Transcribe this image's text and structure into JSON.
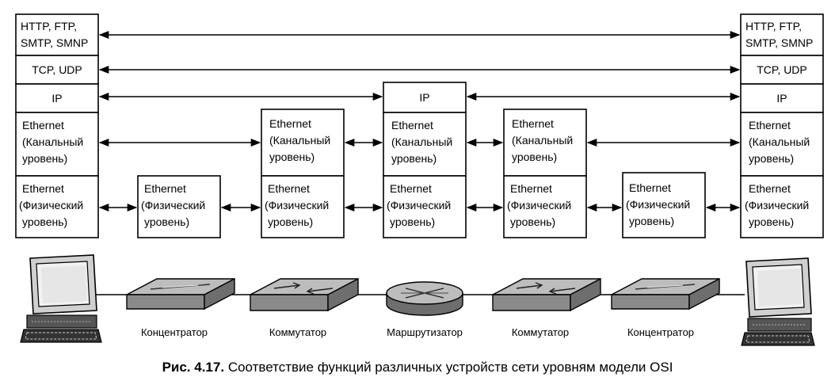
{
  "caption": {
    "number": "Рис. 4.17.",
    "text": "Соответствие функций различных устройств сети уровням модели OSI"
  },
  "stack_left": {
    "app": [
      "HTTP, FTP,",
      "SMTP, SMNP"
    ],
    "transport": "TCP, UDP",
    "network": "IP",
    "datalink": [
      "Ethernet",
      "(Канальный",
      "уровень)"
    ],
    "physical": [
      "Ethernet",
      "(Физический",
      "уровень)"
    ]
  },
  "stack_right": {
    "app": [
      "HTTP, FTP,",
      "SMTP, SMNP"
    ],
    "transport": "TCP, UDP",
    "network": "IP",
    "datalink": [
      "Ethernet",
      "(Канальный",
      "уровень)"
    ],
    "physical": [
      "Ethernet",
      "(Физический",
      "уровень)"
    ]
  },
  "hub1": {
    "physical": [
      "Ethernet",
      "(Физический",
      "уровень)"
    ]
  },
  "switch1": {
    "datalink": [
      "Ethernet",
      "(Канальный",
      "уровень)"
    ],
    "physical": [
      "Ethernet",
      "(Физический",
      "уровень)"
    ]
  },
  "router": {
    "network": "IP",
    "datalink": [
      "Ethernet",
      "(Канальный",
      "уровень)"
    ],
    "physical": [
      "Ethernet",
      "(Физический",
      "уровень)"
    ]
  },
  "switch2": {
    "datalink": [
      "Ethernet",
      "(Канальный",
      "уровень)"
    ],
    "physical": [
      "Ethernet",
      "(Физический",
      "уровень)"
    ]
  },
  "hub2": {
    "physical": [
      "Ethernet",
      "(Физический",
      "уровень)"
    ]
  },
  "devices": {
    "hub1": "Концентратор",
    "switch1": "Коммутатор",
    "router": "Маршрутизатор",
    "switch2": "Коммутатор",
    "hub2": "Концентратор"
  }
}
